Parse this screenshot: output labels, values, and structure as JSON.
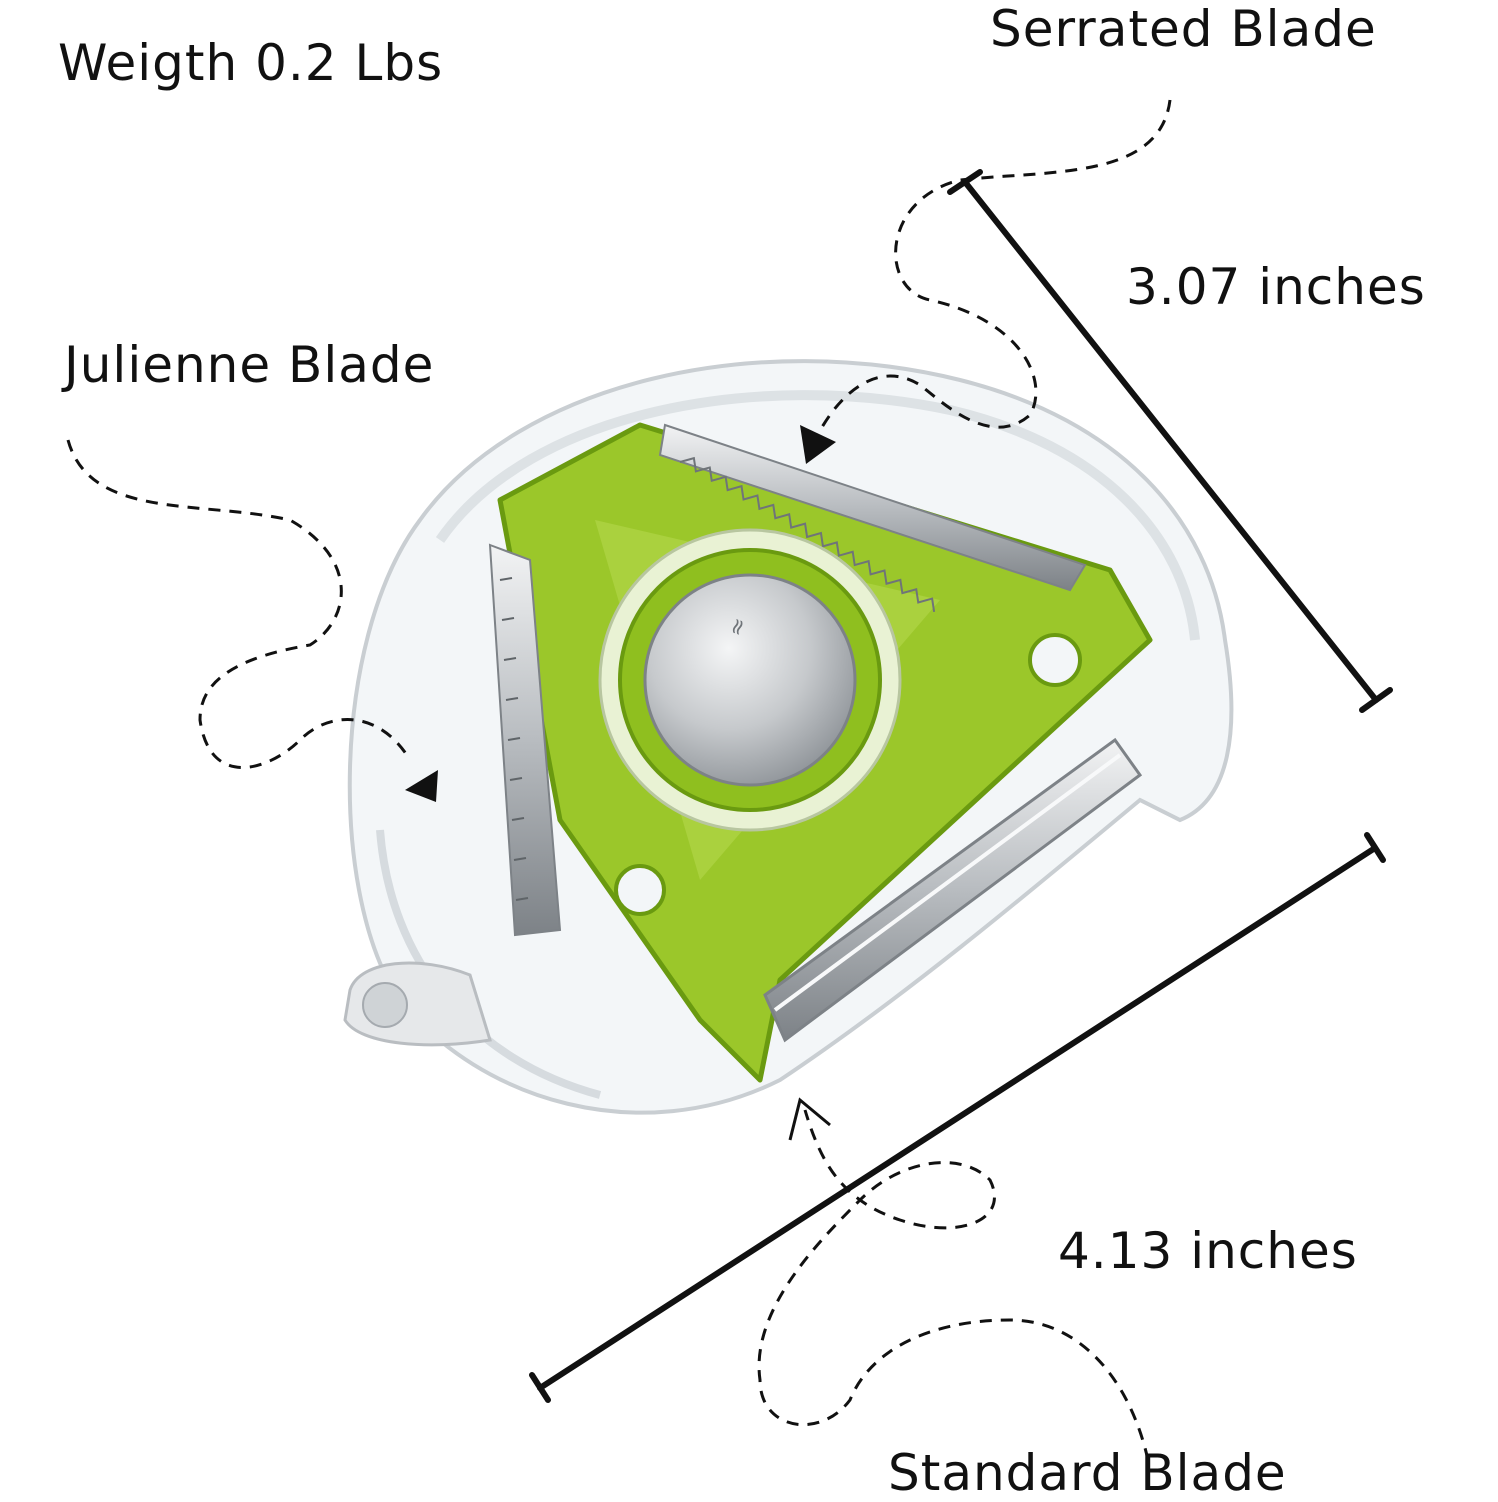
{
  "labels": {
    "weight": "Weigth 0.2 Lbs",
    "serrated_blade": "Serrated Blade",
    "height_dimension": "3.07 inches",
    "julienne_blade": "Julienne Blade",
    "width_dimension": "4.13 inches",
    "standard_blade": "Standard Blade"
  },
  "colors": {
    "accent_green": "#8fbf1f",
    "dark_green": "#6a9a10",
    "line": "#111111",
    "steel": "#c9ccce"
  }
}
